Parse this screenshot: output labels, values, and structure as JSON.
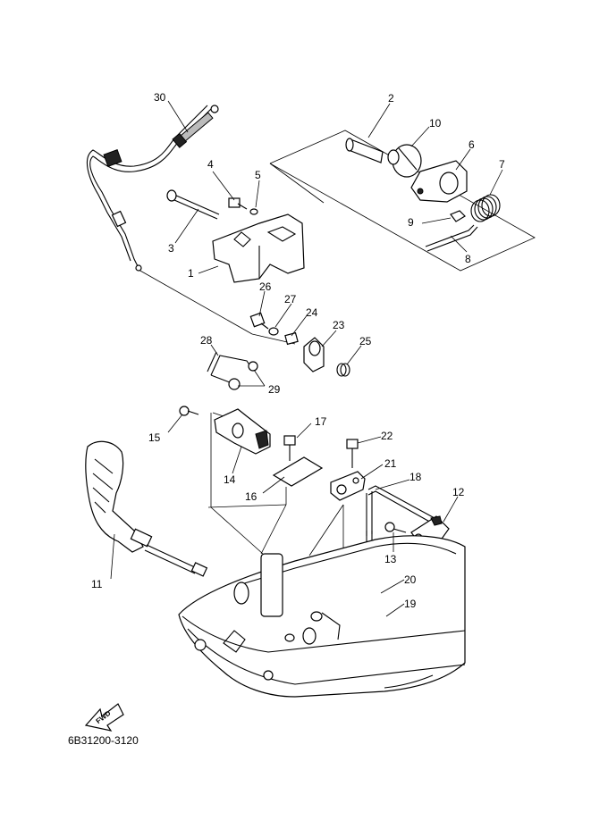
{
  "diagram": {
    "code": "6B31200-3120",
    "fwd_label": "FWD",
    "callouts": [
      "1",
      "2",
      "3",
      "4",
      "5",
      "6",
      "7",
      "8",
      "9",
      "10",
      "11",
      "12",
      "13",
      "14",
      "15",
      "16",
      "17",
      "18",
      "19",
      "20",
      "21",
      "22",
      "23",
      "24",
      "25",
      "26",
      "27",
      "28",
      "29",
      "30"
    ]
  }
}
